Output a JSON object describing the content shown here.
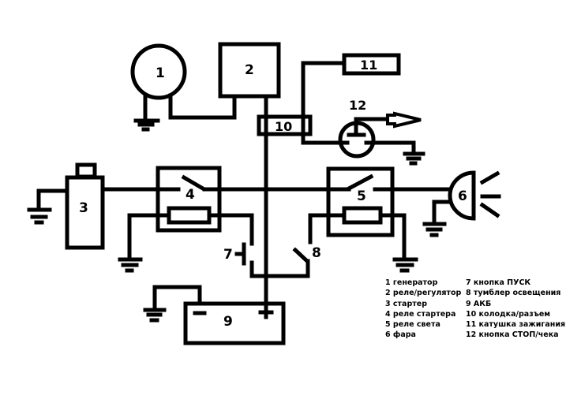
{
  "diagram": {
    "components": [
      {
        "id": "1",
        "label": "1",
        "name": "генератор"
      },
      {
        "id": "2",
        "label": "2",
        "name": "реле/регулятор"
      },
      {
        "id": "3",
        "label": "3",
        "name": "стартер"
      },
      {
        "id": "4",
        "label": "4",
        "name": "реле стартера"
      },
      {
        "id": "5",
        "label": "5",
        "name": "реле света"
      },
      {
        "id": "6",
        "label": "6",
        "name": "фара"
      },
      {
        "id": "7",
        "label": "7",
        "name": "кнопка ПУСК"
      },
      {
        "id": "8",
        "label": "8",
        "name": "тумблер освещения"
      },
      {
        "id": "9",
        "label": "9",
        "name": "АКБ"
      },
      {
        "id": "10",
        "label": "10",
        "name": "колодка/разъем"
      },
      {
        "id": "11",
        "label": "11",
        "name": "катушка зажигания"
      },
      {
        "id": "12",
        "label": "12",
        "name": "кнопка СТОП/чека"
      }
    ],
    "battery_minus": "−",
    "battery_plus": "+"
  },
  "legend": {
    "left": [
      "1 генератор",
      "2 реле/регулятор",
      "3 стартер",
      "4 реле стартера",
      "5 реле света",
      "6 фара"
    ],
    "right": [
      "7 кнопка ПУСК",
      "8 тумблер освещения",
      "9 АКБ",
      "10 колодка/разъем",
      "11 катушка зажигания",
      "12 кнопка СТОП/чека"
    ]
  }
}
